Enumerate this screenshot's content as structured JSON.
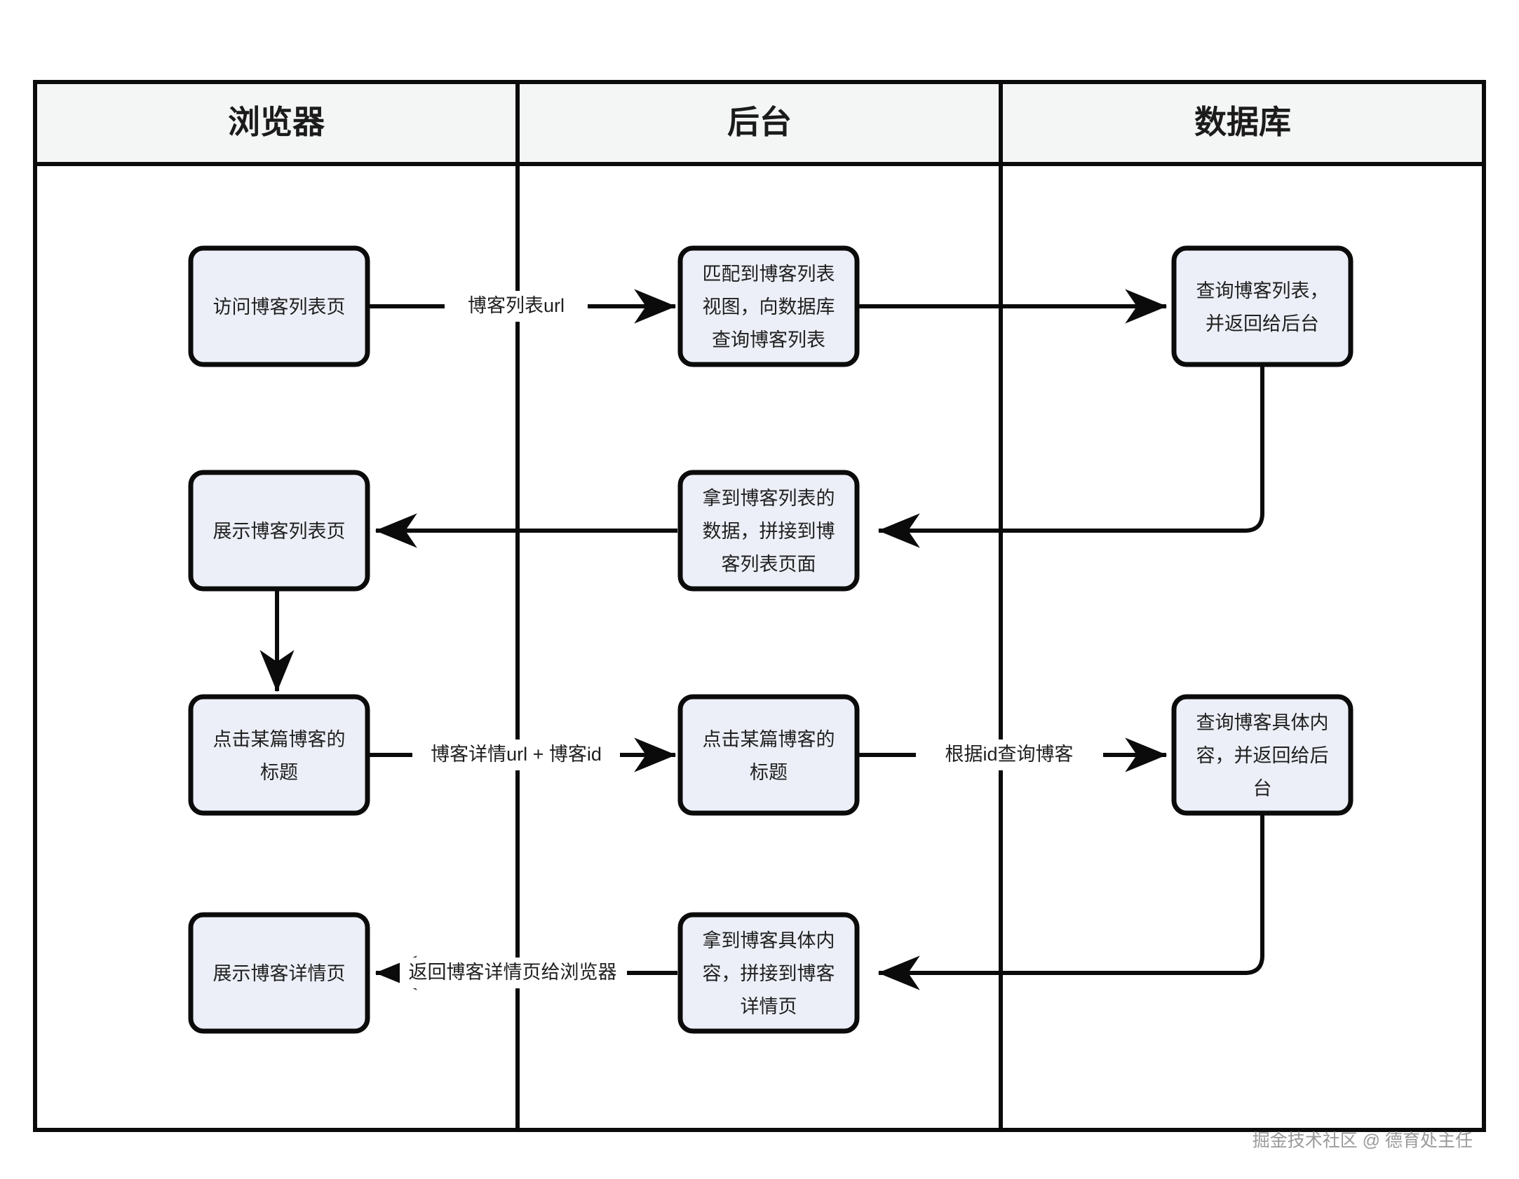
{
  "diagram": {
    "title_watermark": "掘金技术社区 @ 德育处主任",
    "lanes": [
      {
        "id": "browser",
        "label": "浏览器"
      },
      {
        "id": "backend",
        "label": "后台"
      },
      {
        "id": "database",
        "label": "数据库"
      }
    ],
    "nodes": [
      {
        "id": "n1",
        "lane": "browser",
        "row": 1,
        "lines": [
          "访问博客列表页"
        ]
      },
      {
        "id": "n2",
        "lane": "backend",
        "row": 1,
        "lines": [
          "匹配到博客列表",
          "视图，向数据库",
          "查询博客列表"
        ]
      },
      {
        "id": "n3",
        "lane": "database",
        "row": 1,
        "lines": [
          "查询博客列表，",
          "并返回给后台"
        ]
      },
      {
        "id": "n4",
        "lane": "browser",
        "row": 2,
        "lines": [
          "展示博客列表页"
        ]
      },
      {
        "id": "n5",
        "lane": "backend",
        "row": 2,
        "lines": [
          "拿到博客列表的",
          "数据，拼接到博",
          "客列表页面"
        ]
      },
      {
        "id": "n6",
        "lane": "browser",
        "row": 3,
        "lines": [
          "点击某篇博客的",
          "标题"
        ]
      },
      {
        "id": "n7",
        "lane": "backend",
        "row": 3,
        "lines": [
          "点击某篇博客的",
          "标题"
        ]
      },
      {
        "id": "n8",
        "lane": "database",
        "row": 3,
        "lines": [
          "查询博客具体内",
          "容，并返回给后",
          "台"
        ]
      },
      {
        "id": "n9",
        "lane": "browser",
        "row": 4,
        "lines": [
          "展示博客详情页"
        ]
      },
      {
        "id": "n10",
        "lane": "backend",
        "row": 4,
        "lines": [
          "拿到博客具体内",
          "容，拼接到博客",
          "详情页"
        ]
      }
    ],
    "edge_labels": [
      {
        "id": "e1",
        "text": "博客列表url"
      },
      {
        "id": "e2",
        "text": "博客详情url + 博客id"
      },
      {
        "id": "e3",
        "text": "根据id查询博客"
      },
      {
        "id": "e4",
        "text": "返回博客详情页给浏览器"
      }
    ],
    "colors": {
      "node_fill": "#eceff7",
      "stroke": "#0b0b0b",
      "lane_header_fill": "#f4f5f5",
      "canvas": "#ffffff",
      "watermark": "#9a9a9a"
    }
  }
}
